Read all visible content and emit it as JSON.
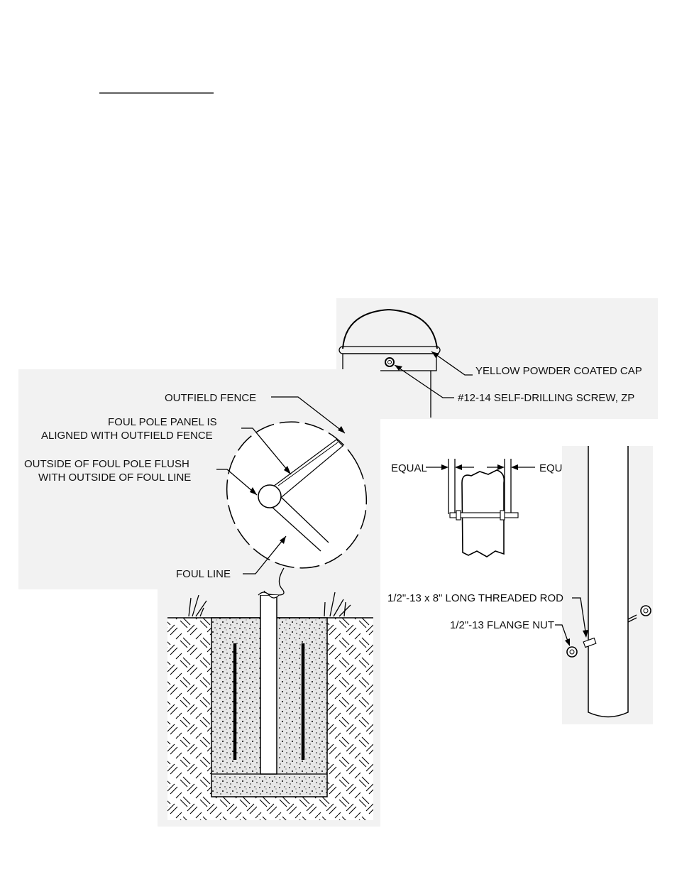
{
  "labels": {
    "outfield_fence": "OUTFIELD FENCE",
    "panel_aligned_1": "FOUL POLE PANEL IS",
    "panel_aligned_2": "ALIGNED WITH OUTFIELD FENCE",
    "outside_flush_1": "OUTSIDE OF FOUL POLE FLUSH",
    "outside_flush_2": "WITH OUTSIDE OF FOUL LINE",
    "foul_line": "FOUL LINE",
    "yellow_cap": "YELLOW POWDER COATED CAP",
    "screw": "#12-14 SELF-DRILLING SCREW, ZP",
    "equal_left": "EQUAL",
    "equal_right": "EQUAL",
    "threaded_rod": "1/2\"-13 x 8\" LONG THREADED ROD",
    "flange_nut": "1/2\"-13 FLANGE NUT"
  },
  "icons": {
    "grass": "grass-tuft-icon",
    "soil": "soil-hatch-pattern",
    "concrete": "concrete-stipple-pattern"
  }
}
